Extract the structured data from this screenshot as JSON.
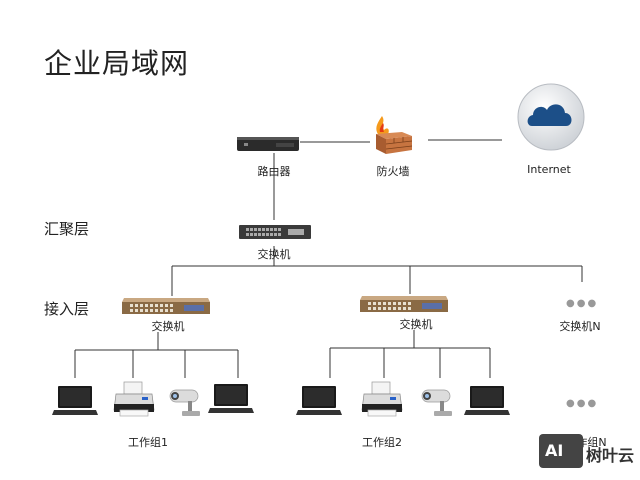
{
  "title": "企业局域网",
  "layers": {
    "aggregation": "汇聚层",
    "access": "接入层"
  },
  "devices": {
    "router": "路由器",
    "firewall": "防火墙",
    "internet": "Internet",
    "core_switch": "交换机",
    "switch_1": "交换机",
    "switch_2": "交换机",
    "switch_n": "交换机N"
  },
  "groups": {
    "group_1": "工作组1",
    "group_2": "工作组2",
    "group_n": "工作组N"
  },
  "ellipsis": "●●●",
  "watermark": {
    "logo": "AI",
    "text": "树叶云"
  }
}
